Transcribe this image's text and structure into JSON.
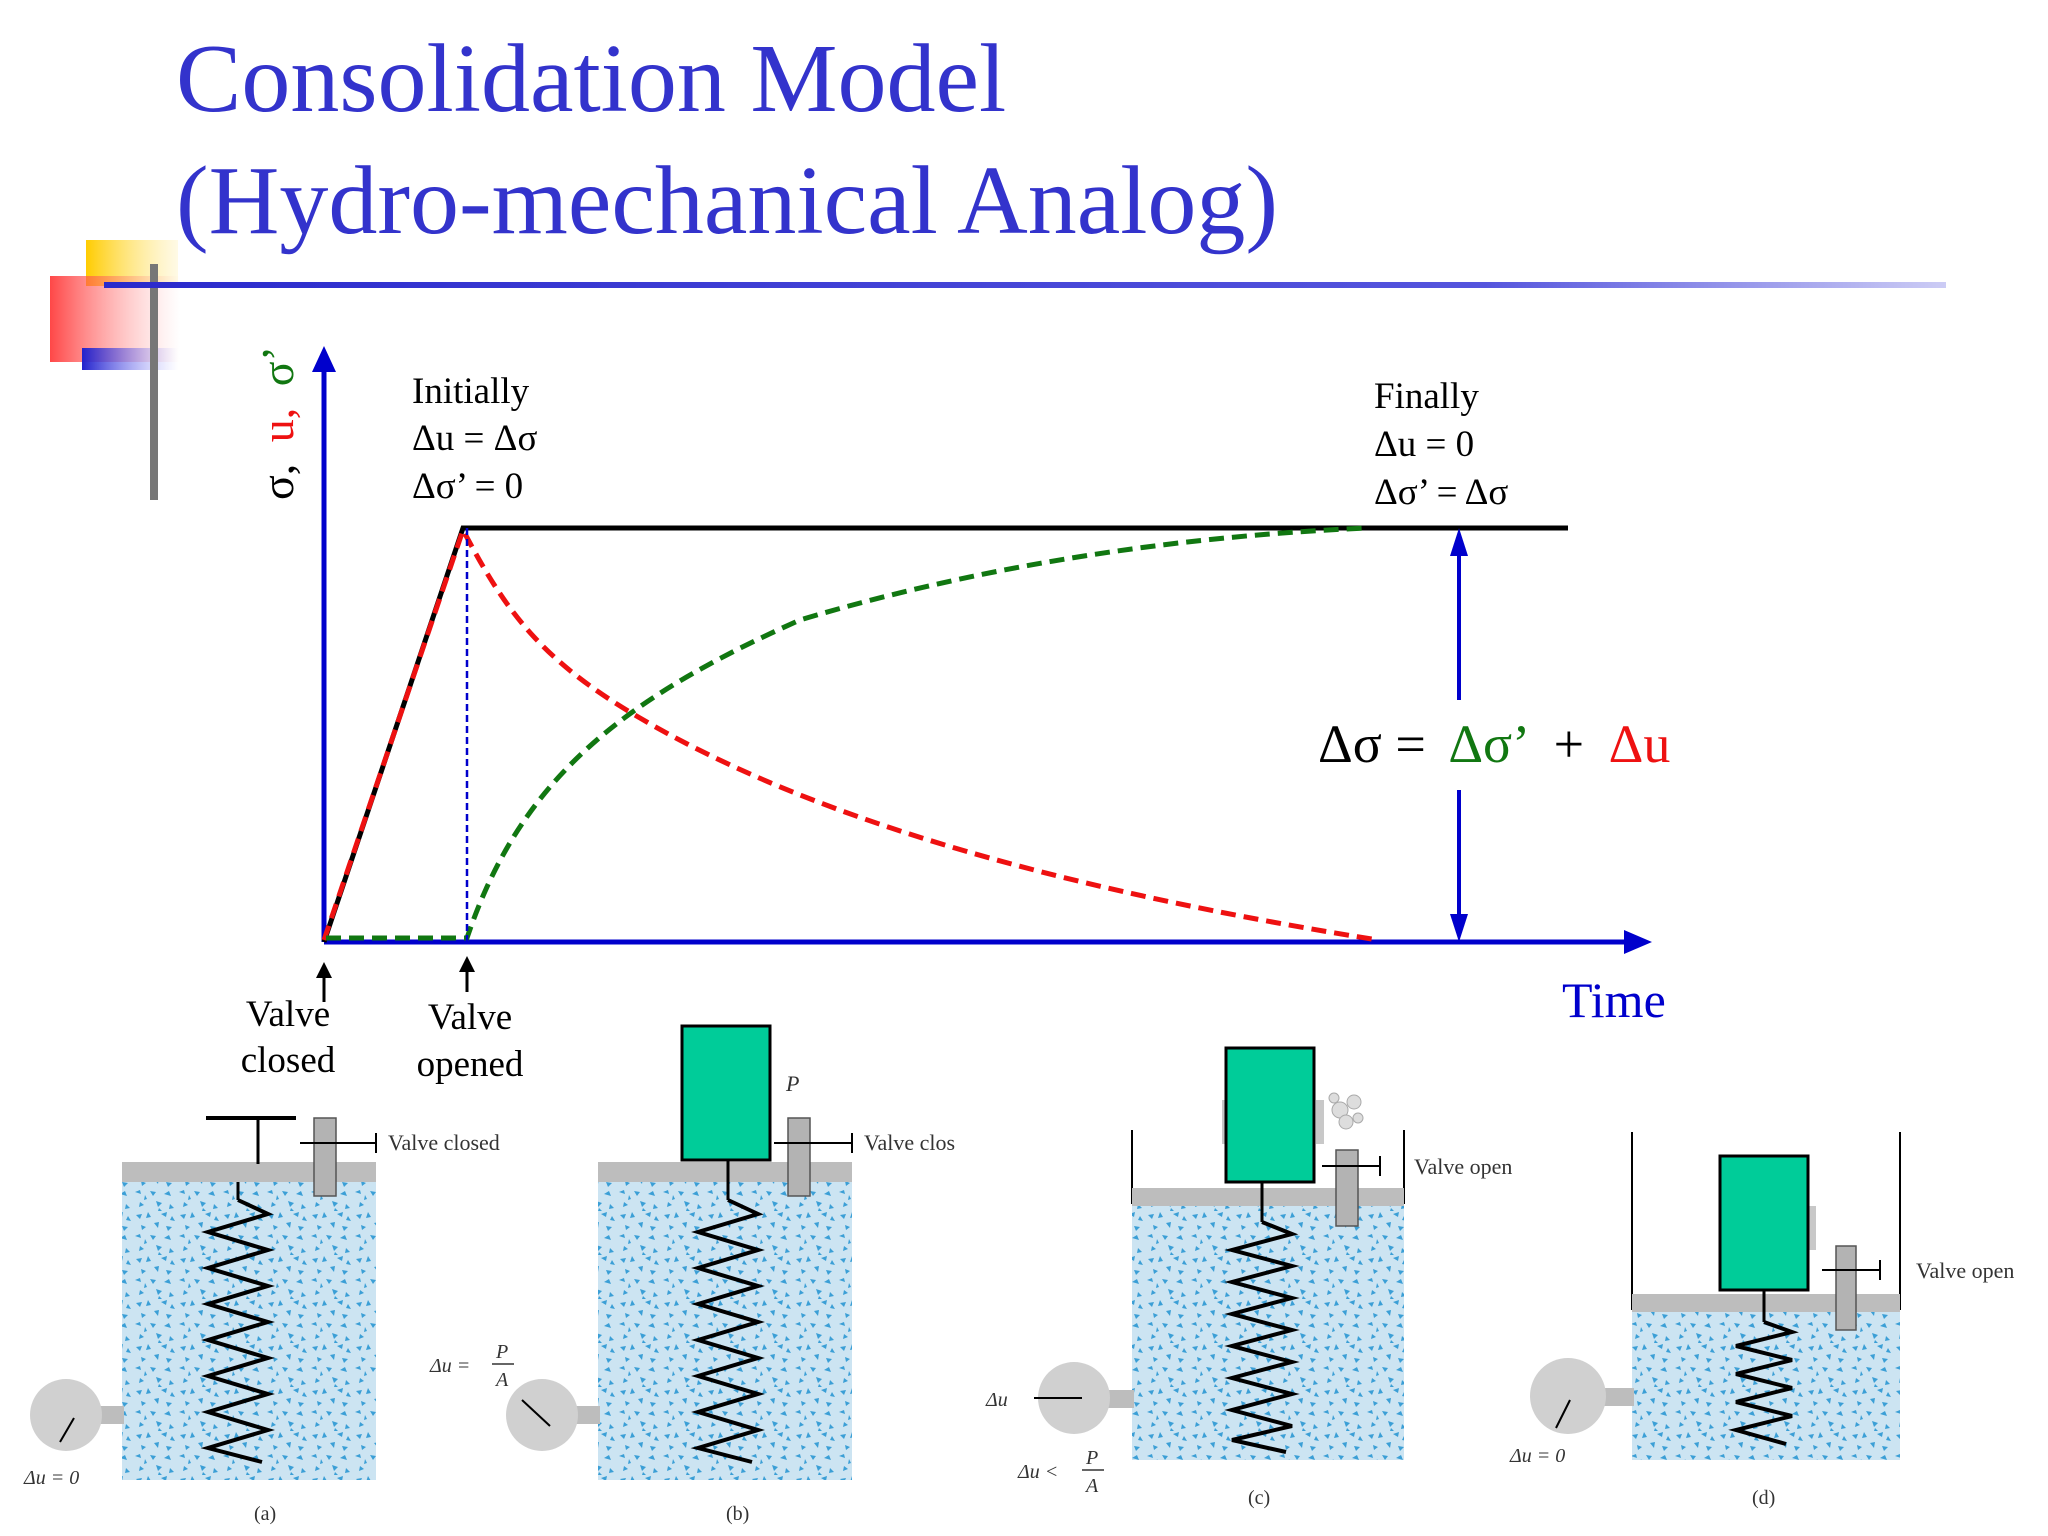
{
  "slide": {
    "title_line1": "Consolidation Model",
    "title_line2": "(Hydro-mechanical Analog)"
  },
  "colors": {
    "title": "#3333cc",
    "axis": "#0000cc",
    "total_stress": "#000000",
    "pore_pressure": "#ee1111",
    "effective_stress": "#117711",
    "piston": "#00cc99",
    "water": "#cce4f2",
    "speckle": "#3b9fd6"
  },
  "graph": {
    "y_label": {
      "sigma": "σ,",
      "u": "u,",
      "sigma_eff": "σ’"
    },
    "x_label": "Time",
    "initial": {
      "heading": "Initially",
      "line1": "Δu  = Δσ",
      "line2": "Δσ’ = 0"
    },
    "final": {
      "heading": "Finally",
      "line1": "Δu  = 0",
      "line2": "Δσ’ = Δσ"
    },
    "equation": {
      "lhs": "Δσ =",
      "term1": "Δσ’",
      "plus": "+",
      "term2": "Δu"
    },
    "events": [
      {
        "line1": "Valve",
        "line2": "closed"
      },
      {
        "line1": "Valve",
        "line2": "opened"
      }
    ]
  },
  "figure": {
    "a": {
      "caption": "(a)",
      "valve_label": "Valve closed",
      "gauge": "Δu = 0"
    },
    "b": {
      "caption": "(b)",
      "valve_label": "Valve clos",
      "load": "P",
      "gauge_lhs": "Δu =",
      "gauge_num": "P",
      "gauge_den": "A"
    },
    "c": {
      "caption": "(c)",
      "valve_label": "Valve open",
      "gauge_top": "Δu",
      "gauge_lhs": "Δu <",
      "gauge_num": "P",
      "gauge_den": "A"
    },
    "d": {
      "caption": "(d)",
      "valve_label": "Valve open",
      "gauge": "Δu = 0"
    }
  }
}
